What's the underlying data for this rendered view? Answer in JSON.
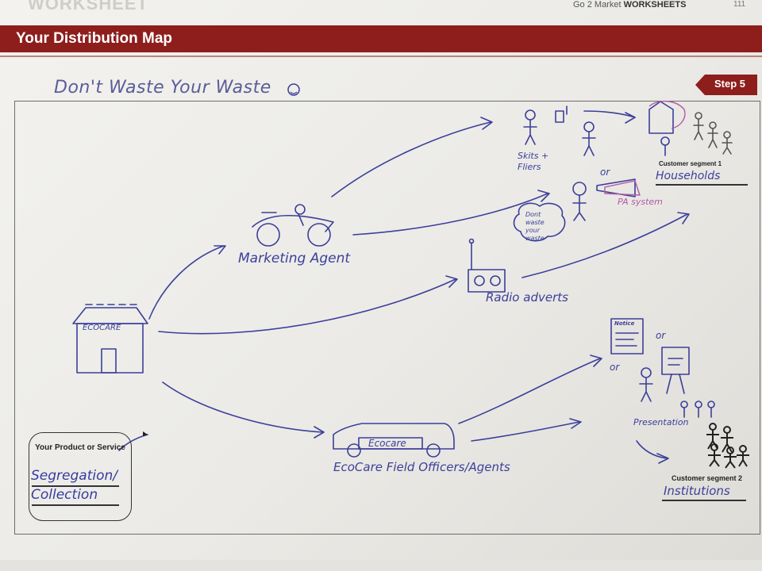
{
  "header": {
    "ghost_title": "WORKSHEET",
    "running_head_prefix": "Go 2 Market",
    "running_head_bold": "WORKSHEETS",
    "page_number": "111"
  },
  "banner": {
    "title": "Your Distribution Map"
  },
  "step": {
    "label": "Step 5"
  },
  "business_name": "Don't Waste Your Waste",
  "product": {
    "label": "Your Product or Service",
    "value_line1": "Segregation/",
    "value_line2": "Collection"
  },
  "nodes": {
    "house_sign": "ECOCARE",
    "marketing_agent": "Marketing Agent",
    "radio": "Radio adverts",
    "van_sign": "Ecocare",
    "field_officers": "EcoCare Field Officers/Agents",
    "skits": "Skits + Fliers",
    "pa_system": "PA system",
    "speech": "Dont waste your waste",
    "or_1": "or",
    "or_2": "or",
    "or_3": "or",
    "notice": "Notice",
    "presentation": "Presentation"
  },
  "segments": {
    "seg1_label": "Customer segment 1",
    "seg1_value": "Households",
    "seg2_label": "Customer segment 2",
    "seg2_value": "Institutions"
  },
  "colors": {
    "banner": "#8d1e1c",
    "ink": "#3b3f9a",
    "frame": "#6f6d6a"
  }
}
